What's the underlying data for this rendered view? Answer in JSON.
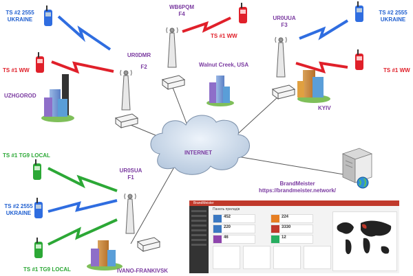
{
  "nodes": {
    "f2": {
      "callsign": "UR0DMR",
      "label": "F2"
    },
    "f4": {
      "callsign": "WB6PQM",
      "label": "F4"
    },
    "f3": {
      "callsign": "UR0UUA",
      "label": "F3"
    },
    "f1": {
      "callsign": "UR0SUA",
      "label": "F1"
    }
  },
  "places": {
    "uzhgorod": "UZHGOROD",
    "walnut_creek": "Walnut Creek, USA",
    "kyiv": "KYIV",
    "ivano": "IVANO-FRANKIVSK"
  },
  "timeslots": {
    "ts2_top_left": [
      "TS #2 2555",
      "UKRAINE"
    ],
    "ts1_left": "TS #1 WW",
    "ts1_f4": "TS #1 WW",
    "ts2_top_right": [
      "TS #2 2555",
      "UKRAINE"
    ],
    "ts1_right": "TS #1 WW",
    "ts1_local_top": "TS #1 TG9 LOCAL",
    "ts2_mid_left": [
      "TS #2 2555",
      "UKRAINE"
    ],
    "ts1_local_bottom": "TS #1 TG9 LOCAL"
  },
  "internet": "INTERNET",
  "server": {
    "name": "BrandMeister",
    "url": "https://brandmeister.network/"
  },
  "dashboard": {
    "brand": "BrandMeister",
    "heading": "Панель приладів",
    "tiles": [
      "452",
      "224",
      "220",
      "3330",
      "46",
      "12"
    ]
  },
  "colors": {
    "blue": "#1f5fd0",
    "red": "#e0202a",
    "green": "#2ca836",
    "purple": "#7a3aa0",
    "cloud": "#c9d8e8",
    "dashboard_accent": "#c0392b"
  },
  "icons": [
    "radio-icon",
    "antenna-tower-icon",
    "repeater-box-icon",
    "city-buildings-icon",
    "cloud-icon",
    "server-icon",
    "globe-icon",
    "lightning-link-icon"
  ]
}
